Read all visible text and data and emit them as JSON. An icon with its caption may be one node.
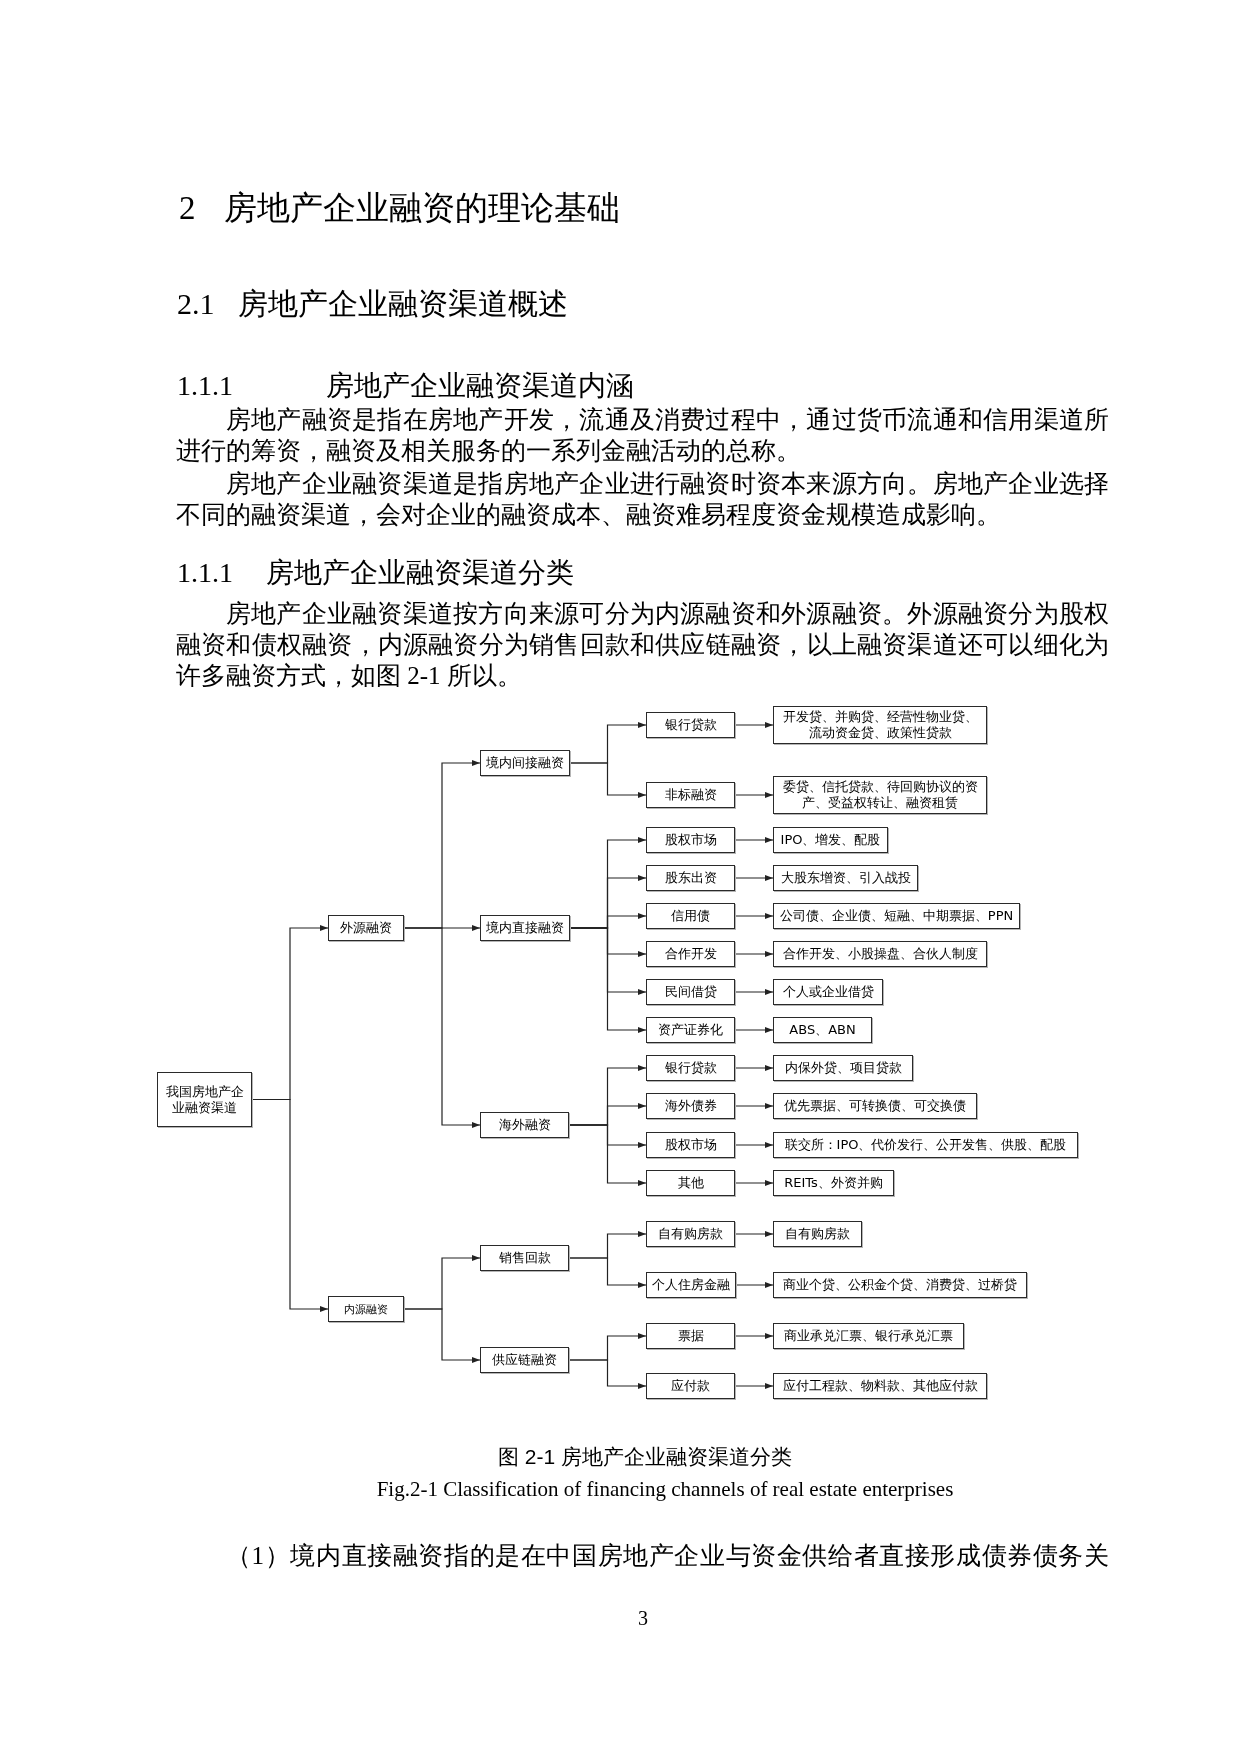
{
  "diagram": {
    "caption": "图 2-1 房地产企业融资渠道分类",
    "nodes": [
      {
        "text": [
          "我国房地产企业融资渠道"
        ]
      },
      {
        "text": [
          "外源融资"
        ]
      },
      {
        "text": [
          "境内间接融资"
        ]
      },
      {
        "text": [
          "银行贷款"
        ]
      },
      {
        "text": [
          "开发贷、并购贷、经营性物业贷、流动资金贷、政策性贷款"
        ]
      },
      {
        "text": [
          "非标融资"
        ]
      },
      {
        "text": [
          "委贷、信托贷款、待回购协议的资产、受益权转让、融资租赁"
        ]
      },
      {
        "text": [
          "境内直接融资"
        ]
      },
      {
        "text": [
          "股权市场"
        ]
      },
      {
        "text": [
          "IPO、增发、配股"
        ]
      },
      {
        "text": [
          "股东出资"
        ]
      },
      {
        "text": [
          "大股东增资、引入战投"
        ]
      },
      {
        "text": [
          "信用债"
        ]
      },
      {
        "text": [
          "公司债、企业债、短融、中期票据、PPN"
        ]
      },
      {
        "text": [
          "合作开发"
        ]
      },
      {
        "text": [
          "合作开发、小股操盘、合伙人制度"
        ]
      },
      {
        "text": [
          "民间借贷"
        ]
      },
      {
        "text": [
          "个人或企业借贷"
        ]
      },
      {
        "text": [
          "资产证券化"
        ]
      },
      {
        "text": [
          "ABS、ABN"
        ]
      },
      {
        "text": [
          "海外融资"
        ]
      },
      {
        "text": [
          "银行贷款"
        ]
      },
      {
        "text": [
          "内保外贷、项目贷款"
        ]
      },
      {
        "text": [
          "海外债券"
        ]
      },
      {
        "text": [
          "优先票据、可转换债、可交换债"
        ]
      },
      {
        "text": [
          "股权市场"
        ]
      },
      {
        "text": [
          "联交所：IPO、代价发行、公开发售、供股、配股"
        ]
      },
      {
        "text": [
          "其他"
        ]
      },
      {
        "text": [
          "REITs、外资并购"
        ]
      },
      {
        "text": [
          "内源融资"
        ]
      },
      {
        "text": [
          "销售回款"
        ]
      },
      {
        "text": [
          "自有购房款"
        ]
      },
      {
        "text": [
          "自有购房款"
        ]
      },
      {
        "text": [
          "个人住房金融"
        ]
      },
      {
        "text": [
          "商业个贷、公积金个贷、消费贷、过桥贷"
        ]
      },
      {
        "text": [
          "供应链融资"
        ]
      },
      {
        "text": [
          "票据"
        ]
      },
      {
        "text": [
          "商业承兑汇票、银行承兑汇票"
        ]
      },
      {
        "text": [
          "应付款"
        ]
      },
      {
        "text": [
          "应付工程款、物料款、其他应付款"
        ]
      }
    ],
    "edges": [
      {
        "from": 0,
        "to": 1,
        "arrow": "to"
      },
      {
        "from": 0,
        "to": 29,
        "arrow": "to"
      },
      {
        "from": 1,
        "to": 2,
        "arrow": "to"
      },
      {
        "from": 1,
        "to": 7,
        "arrow": "to"
      },
      {
        "from": 1,
        "to": 20,
        "arrow": "to"
      },
      {
        "from": 2,
        "to": 3,
        "arrow": "to"
      },
      {
        "from": 2,
        "to": 5,
        "arrow": "to"
      },
      {
        "from": 3,
        "to": 4,
        "arrow": "to"
      },
      {
        "from": 5,
        "to": 6,
        "arrow": "to"
      },
      {
        "from": 7,
        "to": 8,
        "arrow": "to"
      },
      {
        "from": 7,
        "to": 10,
        "arrow": "to"
      },
      {
        "from": 7,
        "to": 12,
        "arrow": "to"
      },
      {
        "from": 7,
        "to": 14,
        "arrow": "to"
      },
      {
        "from": 7,
        "to": 16,
        "arrow": "to"
      },
      {
        "from": 7,
        "to": 18,
        "arrow": "to"
      },
      {
        "from": 8,
        "to": 9,
        "arrow": "to"
      },
      {
        "from": 10,
        "to": 11,
        "arrow": "to"
      },
      {
        "from": 12,
        "to": 13,
        "arrow": "to"
      },
      {
        "from": 14,
        "to": 15,
        "arrow": "to"
      },
      {
        "from": 16,
        "to": 17,
        "arrow": "to"
      },
      {
        "from": 18,
        "to": 19,
        "arrow": "to"
      },
      {
        "from": 20,
        "to": 21,
        "arrow": "to"
      },
      {
        "from": 20,
        "to": 23,
        "arrow": "to"
      },
      {
        "from": 20,
        "to": 25,
        "arrow": "to"
      },
      {
        "from": 20,
        "to": 27,
        "arrow": "to"
      },
      {
        "from": 21,
        "to": 22,
        "arrow": "to"
      },
      {
        "from": 23,
        "to": 24,
        "arrow": "to"
      },
      {
        "from": 25,
        "to": 26,
        "arrow": "to"
      },
      {
        "from": 27,
        "to": 28,
        "arrow": "to"
      },
      {
        "from": 29,
        "to": 30,
        "arrow": "to"
      },
      {
        "from": 29,
        "to": 35,
        "arrow": "to"
      },
      {
        "from": 30,
        "to": 31,
        "arrow": "to"
      },
      {
        "from": 30,
        "to": 33,
        "arrow": "to"
      },
      {
        "from": 31,
        "to": 32,
        "arrow": "to"
      },
      {
        "from": 33,
        "to": 34,
        "arrow": "to"
      },
      {
        "from": 35,
        "to": 36,
        "arrow": "to"
      },
      {
        "from": 35,
        "to": 38,
        "arrow": "to"
      },
      {
        "from": 36,
        "to": 37,
        "arrow": "to"
      },
      {
        "from": 38,
        "to": 39,
        "arrow": "to"
      }
    ],
    "labels": [
      "2",
      "房地产企业融资的理论基础",
      "2.1",
      "房地产企业融资渠道概述",
      "1.1.1",
      "房地产企业融资渠道内涵",
      "房地产融资是指在房地产开发，流通及消费过程中，通过货币流通和信用渠道所进行的筹资，融资及相关服务的一系列金融活动的总称。",
      "房地产企业融资渠道是指房地产企业进行融资时资本来源方向。房地产企业选择不同的融资渠道，会对企业的融资成本、融资难易程度资金规模造成影响。",
      "1.1.1",
      "房地产企业融资渠道分类",
      "房地产企业融资渠道按方向来源可分为内源融资和外源融资。外源融资分为股权融资和债权融资，内源融资分为销售回款和供应链融资，以上融资渠道还可以细化为许多融资方式，如图 2-1 所以。",
      "Fig.2-1 Classification of financing channels of real estate enterprises",
      "（1）境内直接融资指的是在中国房地产企业与资金供给者直接形成债券债务关",
      "3"
    ]
  }
}
